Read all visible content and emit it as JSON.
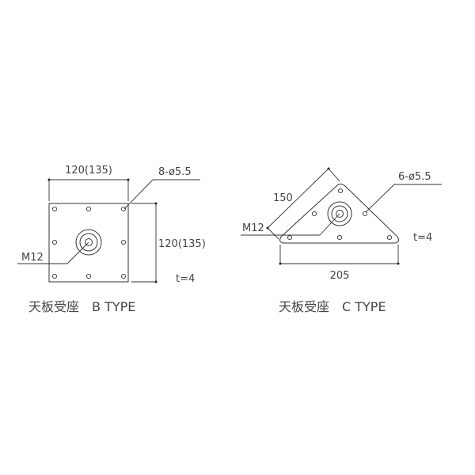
{
  "diagram_b": {
    "caption": "天板受座　B TYPE",
    "width_label": "120(135)",
    "height_label": "120(135)",
    "holes_label": "8-ø5.5",
    "thread_label": "M12",
    "thickness_label": "t=4"
  },
  "diagram_c": {
    "caption": "天板受座　C TYPE",
    "side_label": "150",
    "base_label": "205",
    "holes_label": "6-ø5.5",
    "thread_label": "M12",
    "thickness_label": "t=4"
  },
  "colors": {
    "line": "#333333",
    "text": "#444444",
    "background": "#ffffff"
  }
}
